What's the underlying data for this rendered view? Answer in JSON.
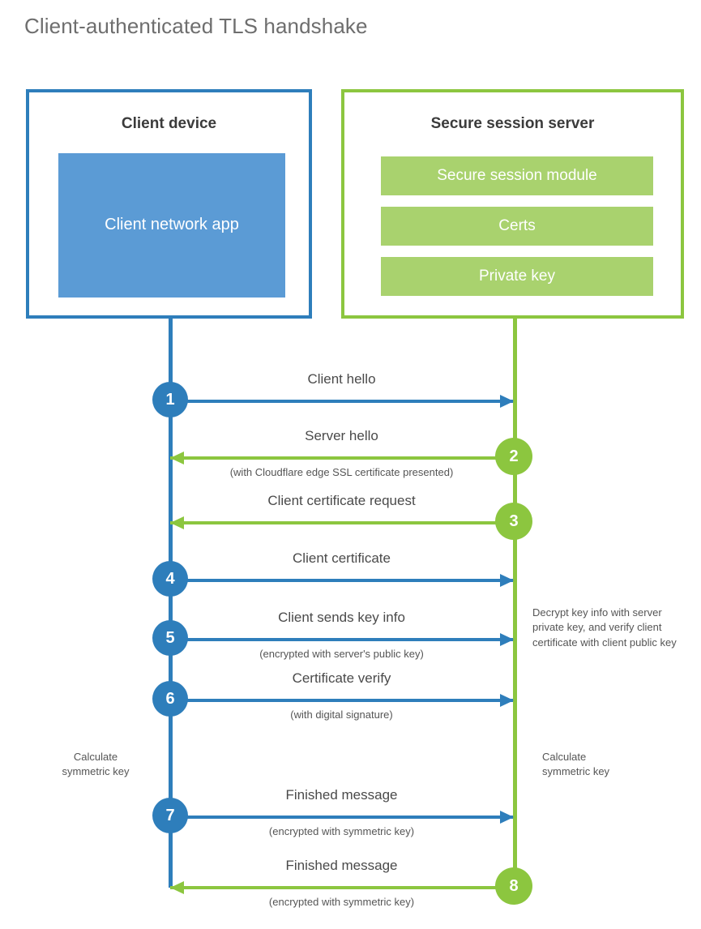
{
  "diagram": {
    "title": "Client-authenticated TLS handshake",
    "colors": {
      "client_blue": "#2e7ebb",
      "client_app_fill": "#5b9bd5",
      "server_green": "#8cc63f",
      "server_bar_fill": "#a9d26e",
      "text_gray": "#4a4a4a"
    }
  },
  "actors": {
    "client": {
      "title": "Client device",
      "block": "Client network app"
    },
    "server": {
      "title": "Secure session server",
      "blocks": [
        "Secure session module",
        "Certs",
        "Private key"
      ]
    }
  },
  "steps": [
    {
      "number": "1",
      "label": "Client hello",
      "sub": "",
      "direction": "right",
      "color": "blue"
    },
    {
      "number": "2",
      "label": "Server hello",
      "sub": "(with Cloudflare edge SSL certificate presented)",
      "direction": "left",
      "color": "green"
    },
    {
      "number": "3",
      "label": "Client certificate request",
      "sub": "",
      "direction": "left",
      "color": "green"
    },
    {
      "number": "4",
      "label": "Client certificate",
      "sub": "",
      "direction": "right",
      "color": "blue"
    },
    {
      "number": "5",
      "label": "Client sends key info",
      "sub": "(encrypted with server's public key)",
      "direction": "right",
      "color": "blue"
    },
    {
      "number": "6",
      "label": "Certificate verify",
      "sub": "(with digital signature)",
      "direction": "right",
      "color": "blue"
    },
    {
      "number": "7",
      "label": "Finished message",
      "sub": "(encrypted with symmetric key)",
      "direction": "right",
      "color": "blue"
    },
    {
      "number": "8",
      "label": "Finished message",
      "sub": "(encrypted with symmetric key)",
      "direction": "left",
      "color": "green"
    }
  ],
  "notes": {
    "client_calculate": "Calculate\nsymmetric key",
    "server_decrypt": "Decrypt key info with server private key, and verify client certificate with client public key",
    "server_calculate": "Calculate\nsymmetric key"
  }
}
